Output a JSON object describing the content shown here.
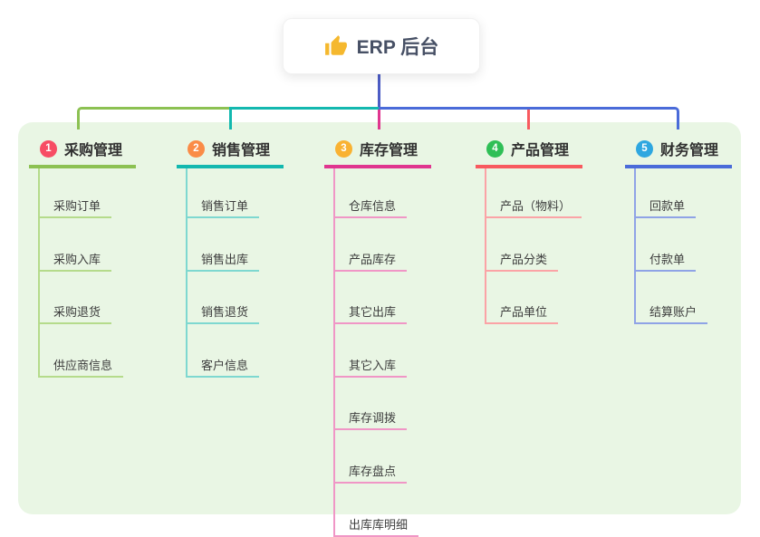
{
  "root": {
    "label": "ERP 后台",
    "icon": "thumbs-up-icon",
    "icon_color": "#f5b82e",
    "text_color": "#475065",
    "line_color": "#4c5cc5"
  },
  "panel": {
    "background": "#e9f6e4"
  },
  "branches": [
    {
      "badge": "1",
      "label": "采购管理",
      "badge_color": "#f74d64",
      "line_color": "#8cc152",
      "child_line_color": "#b5db8b",
      "children": [
        "采购订单",
        "采购入库",
        "采购退货",
        "供应商信息"
      ]
    },
    {
      "badge": "2",
      "label": "销售管理",
      "badge_color": "#fa8c47",
      "line_color": "#13b8af",
      "child_line_color": "#7ed8d0",
      "children": [
        "销售订单",
        "销售出库",
        "销售退货",
        "客户信息"
      ]
    },
    {
      "badge": "3",
      "label": "库存管理",
      "badge_color": "#f9b232",
      "line_color": "#e0368f",
      "child_line_color": "#f096c6",
      "children": [
        "仓库信息",
        "产品库存",
        "其它出库",
        "其它入库",
        "库存调拨",
        "库存盘点",
        "出库库明细"
      ]
    },
    {
      "badge": "4",
      "label": "产品管理",
      "badge_color": "#2fbf56",
      "line_color": "#f85a5f",
      "child_line_color": "#fba3a6",
      "children": [
        "产品（物料）",
        "产品分类",
        "产品单位"
      ]
    },
    {
      "badge": "5",
      "label": "财务管理",
      "badge_color": "#2ea7e0",
      "line_color": "#4a6bd9",
      "child_line_color": "#8fa3e6",
      "children": [
        "回款单",
        "付款单",
        "结算账户"
      ]
    }
  ]
}
